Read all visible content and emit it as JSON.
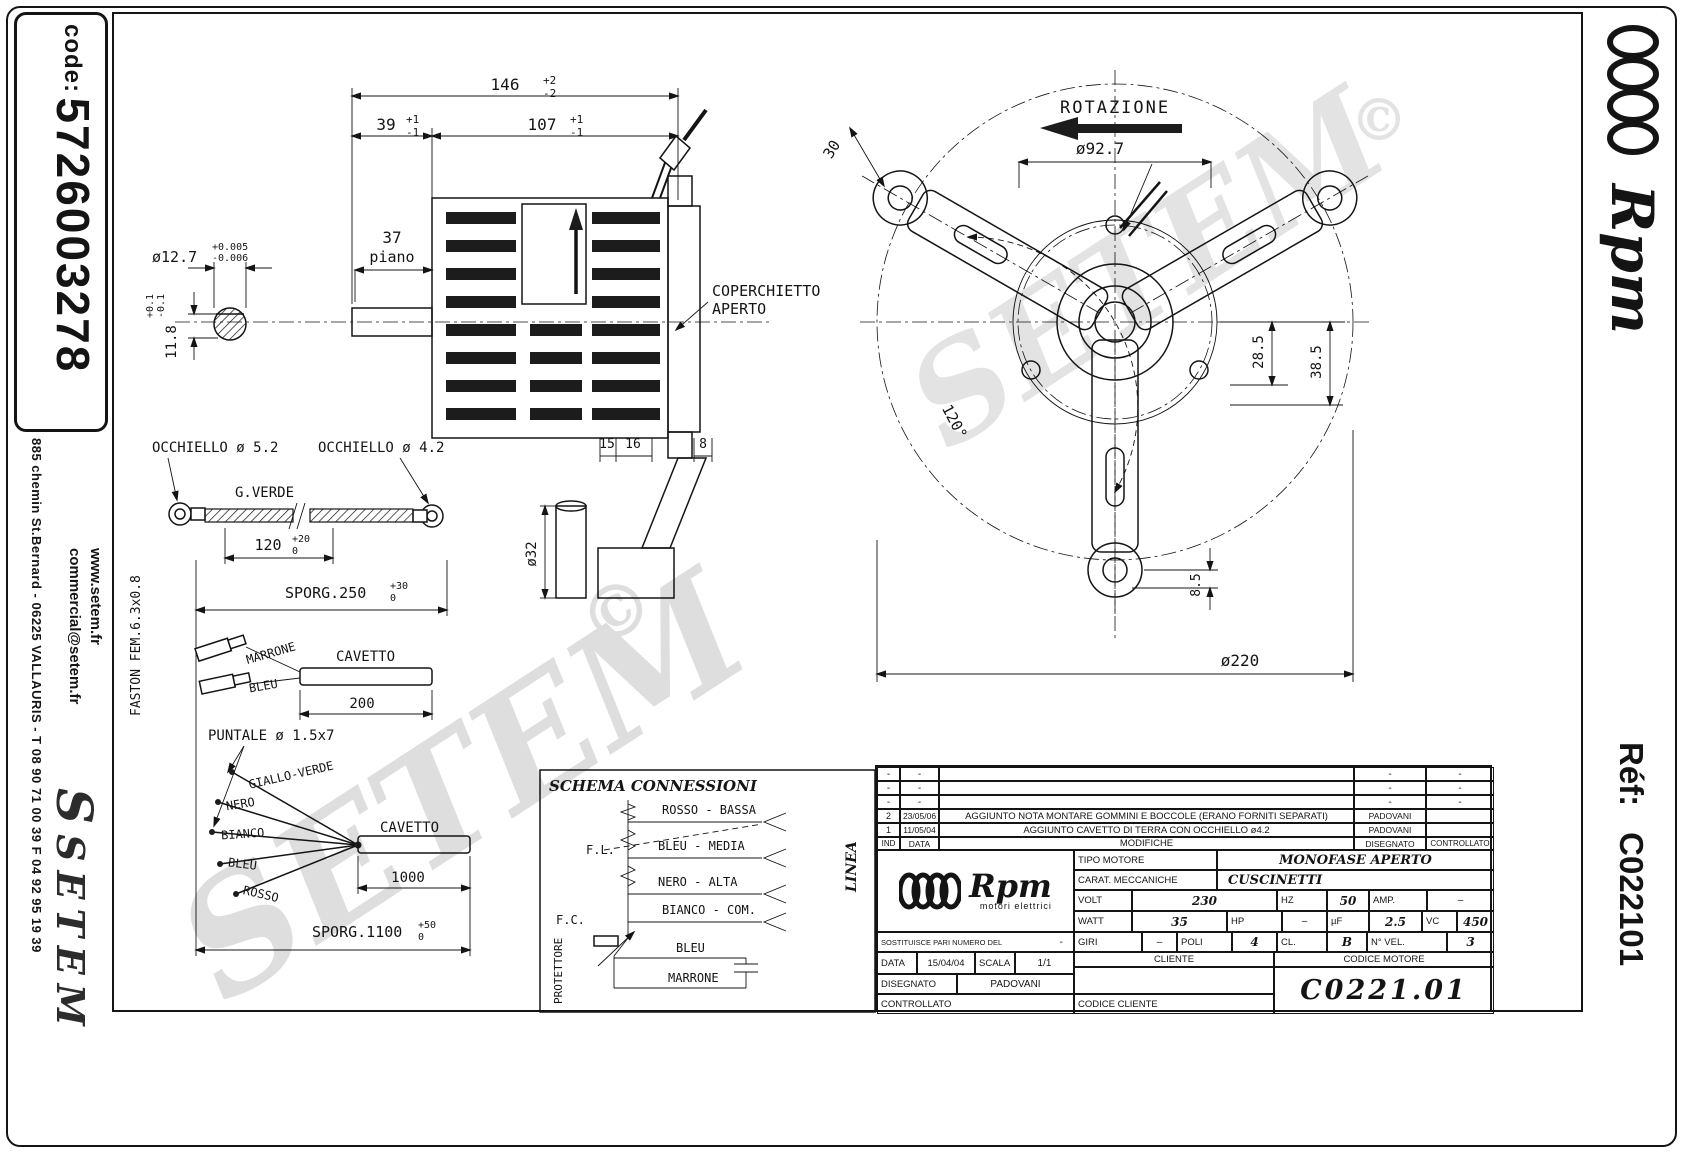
{
  "left_bar": {
    "code_label": "code:",
    "code_value": "5726003278",
    "address": "885 chemin St.Bernard  -  06225 VALLAURIS  -  T 08 90 71 00 39   F 04 92 95 19 39",
    "website": "www.setem.fr",
    "email": "commercial@setem.fr",
    "brand_initial": "S",
    "brand": "SETEM"
  },
  "right_bar": {
    "brand": "Rpm",
    "ref_label": "Réf:",
    "ref_value": "C022101"
  },
  "watermark": {
    "text": "SETEM",
    "mark": "©"
  },
  "side_view": {
    "d146": "146",
    "d146_tp": "+2",
    "d146_tm": "-2",
    "d39": "39",
    "d39_tp": "+1",
    "d39_tm": "-1",
    "d107": "107",
    "d107_tp": "+1",
    "d107_tm": "-1",
    "d37": "37",
    "piano": "piano",
    "shaft_dia": "ø12.7",
    "shaft_tp": "+0.005",
    "shaft_tm": "-0.006",
    "d118": "11.8",
    "d118_tp": "+0.1",
    "d118_tm": "-0.1",
    "d15": "15",
    "d16": "16",
    "d8": "8",
    "d32": "ø32",
    "cover1": "COPERCHIETTO",
    "cover2": "APERTO"
  },
  "front_view": {
    "rotazione": "ROTAZIONE",
    "d927": "ø92.7",
    "d30": "30",
    "d285": "28.5",
    "d385": "38.5",
    "angle": "120°",
    "d220": "ø220",
    "d85": "8.5"
  },
  "ground_wire": {
    "eyelet_l": "OCCHIELLO ø 5.2",
    "eyelet_r": "OCCHIELLO ø 4.2",
    "color": "G.VERDE",
    "d120": "120",
    "d120_tp": "+20",
    "d120_tm": "0",
    "sporg": "SPORG.250",
    "sporg_tp": "+30",
    "sporg_tm": "0"
  },
  "faston": {
    "label": "FASTON FEM.6.3x0.8",
    "w1": "MARRONE",
    "w2": "BLEU",
    "cavetto": "CAVETTO",
    "d200": "200",
    "puntale": "PUNTALE ø 1.5x7"
  },
  "fan": {
    "wires": [
      "GIALLO-VERDE",
      "NERO",
      "BIANCO",
      "BLEU",
      "ROSSO"
    ],
    "cavetto": "CAVETTO",
    "d1000": "1000",
    "sporg": "SPORG.1100",
    "sporg_tp": "+50",
    "sporg_tm": "0"
  },
  "schema": {
    "title": "SCHEMA CONNESSIONI",
    "l1": "ROSSO - BASSA",
    "l2": "BLEU - MEDIA",
    "l3": "NERO - ALTA",
    "l4": "BIANCO - COM.",
    "fl": "F.L.",
    "fc": "F.C.",
    "protettore": "PROTETTORE",
    "bleu": "BLEU",
    "marrone": "MARRONE",
    "linea": "LINEA"
  },
  "revisions": {
    "header": {
      "ind": "IND",
      "data": "DATA",
      "mod": "MODIFICHE",
      "dis": "DISEGNATO",
      "ctrl": "CONTROLLATO"
    },
    "rows": [
      {
        "ind": "-",
        "data": "-",
        "mod": "",
        "dis": "-",
        "ctrl": "-"
      },
      {
        "ind": "-",
        "data": "-",
        "mod": "",
        "dis": "-",
        "ctrl": "-"
      },
      {
        "ind": "-",
        "data": "-",
        "mod": "",
        "dis": "-",
        "ctrl": "-"
      },
      {
        "ind": "2",
        "data": "23/05/06",
        "mod": "AGGIUNTO NOTA MONTARE GOMMINI E BOCCOLE (ERANO FORNITI SEPARATI)",
        "dis": "PADOVANI",
        "ctrl": ""
      },
      {
        "ind": "1",
        "data": "11/05/04",
        "mod": "AGGIUNTO CAVETTO DI TERRA CON OCCHIELLO ø4.2",
        "dis": "PADOVANI",
        "ctrl": ""
      }
    ]
  },
  "title_block": {
    "logo_brand": "Rpm",
    "logo_sub": "motori elettrici",
    "tipo_l": "TIPO MOTORE",
    "tipo_v": "MONOFASE APERTO",
    "carat_l": "CARAT. MECCANICHE",
    "carat_v": "CUSCINETTI",
    "volt_l": "VOLT",
    "volt_v": "230",
    "hz_l": "HZ",
    "hz_v": "50",
    "amp_l": "AMP.",
    "amp_v": "–",
    "watt_l": "WATT",
    "watt_v": "35",
    "hp_l": "HP",
    "hp_v": "–",
    "uf_l": "µF",
    "uf_v": "2.5",
    "vc_l": "VC",
    "vc_v": "450",
    "sost_l": "SOSTITUISCE PARI NUMERO DEL",
    "sost_v": "-",
    "giri_l": "GIRI",
    "giri_v": "–",
    "poli_l": "POLI",
    "poli_v": "4",
    "cl_l": "CL.",
    "cl_v": "B",
    "nvel_l": "N° VEL.",
    "nvel_v": "3",
    "data_l": "DATA",
    "data_v": "15/04/04",
    "scala_l": "SCALA",
    "scala_v": "1/1",
    "cliente_l": "CLIENTE",
    "cod_mot_l": "CODICE MOTORE",
    "cod_mot_v": "C0221.01",
    "dis_l": "DISEGNATO",
    "dis_v": "PADOVANI",
    "ctrl_l": "CONTROLLATO",
    "cod_cli_l": "CODICE CLIENTE"
  }
}
